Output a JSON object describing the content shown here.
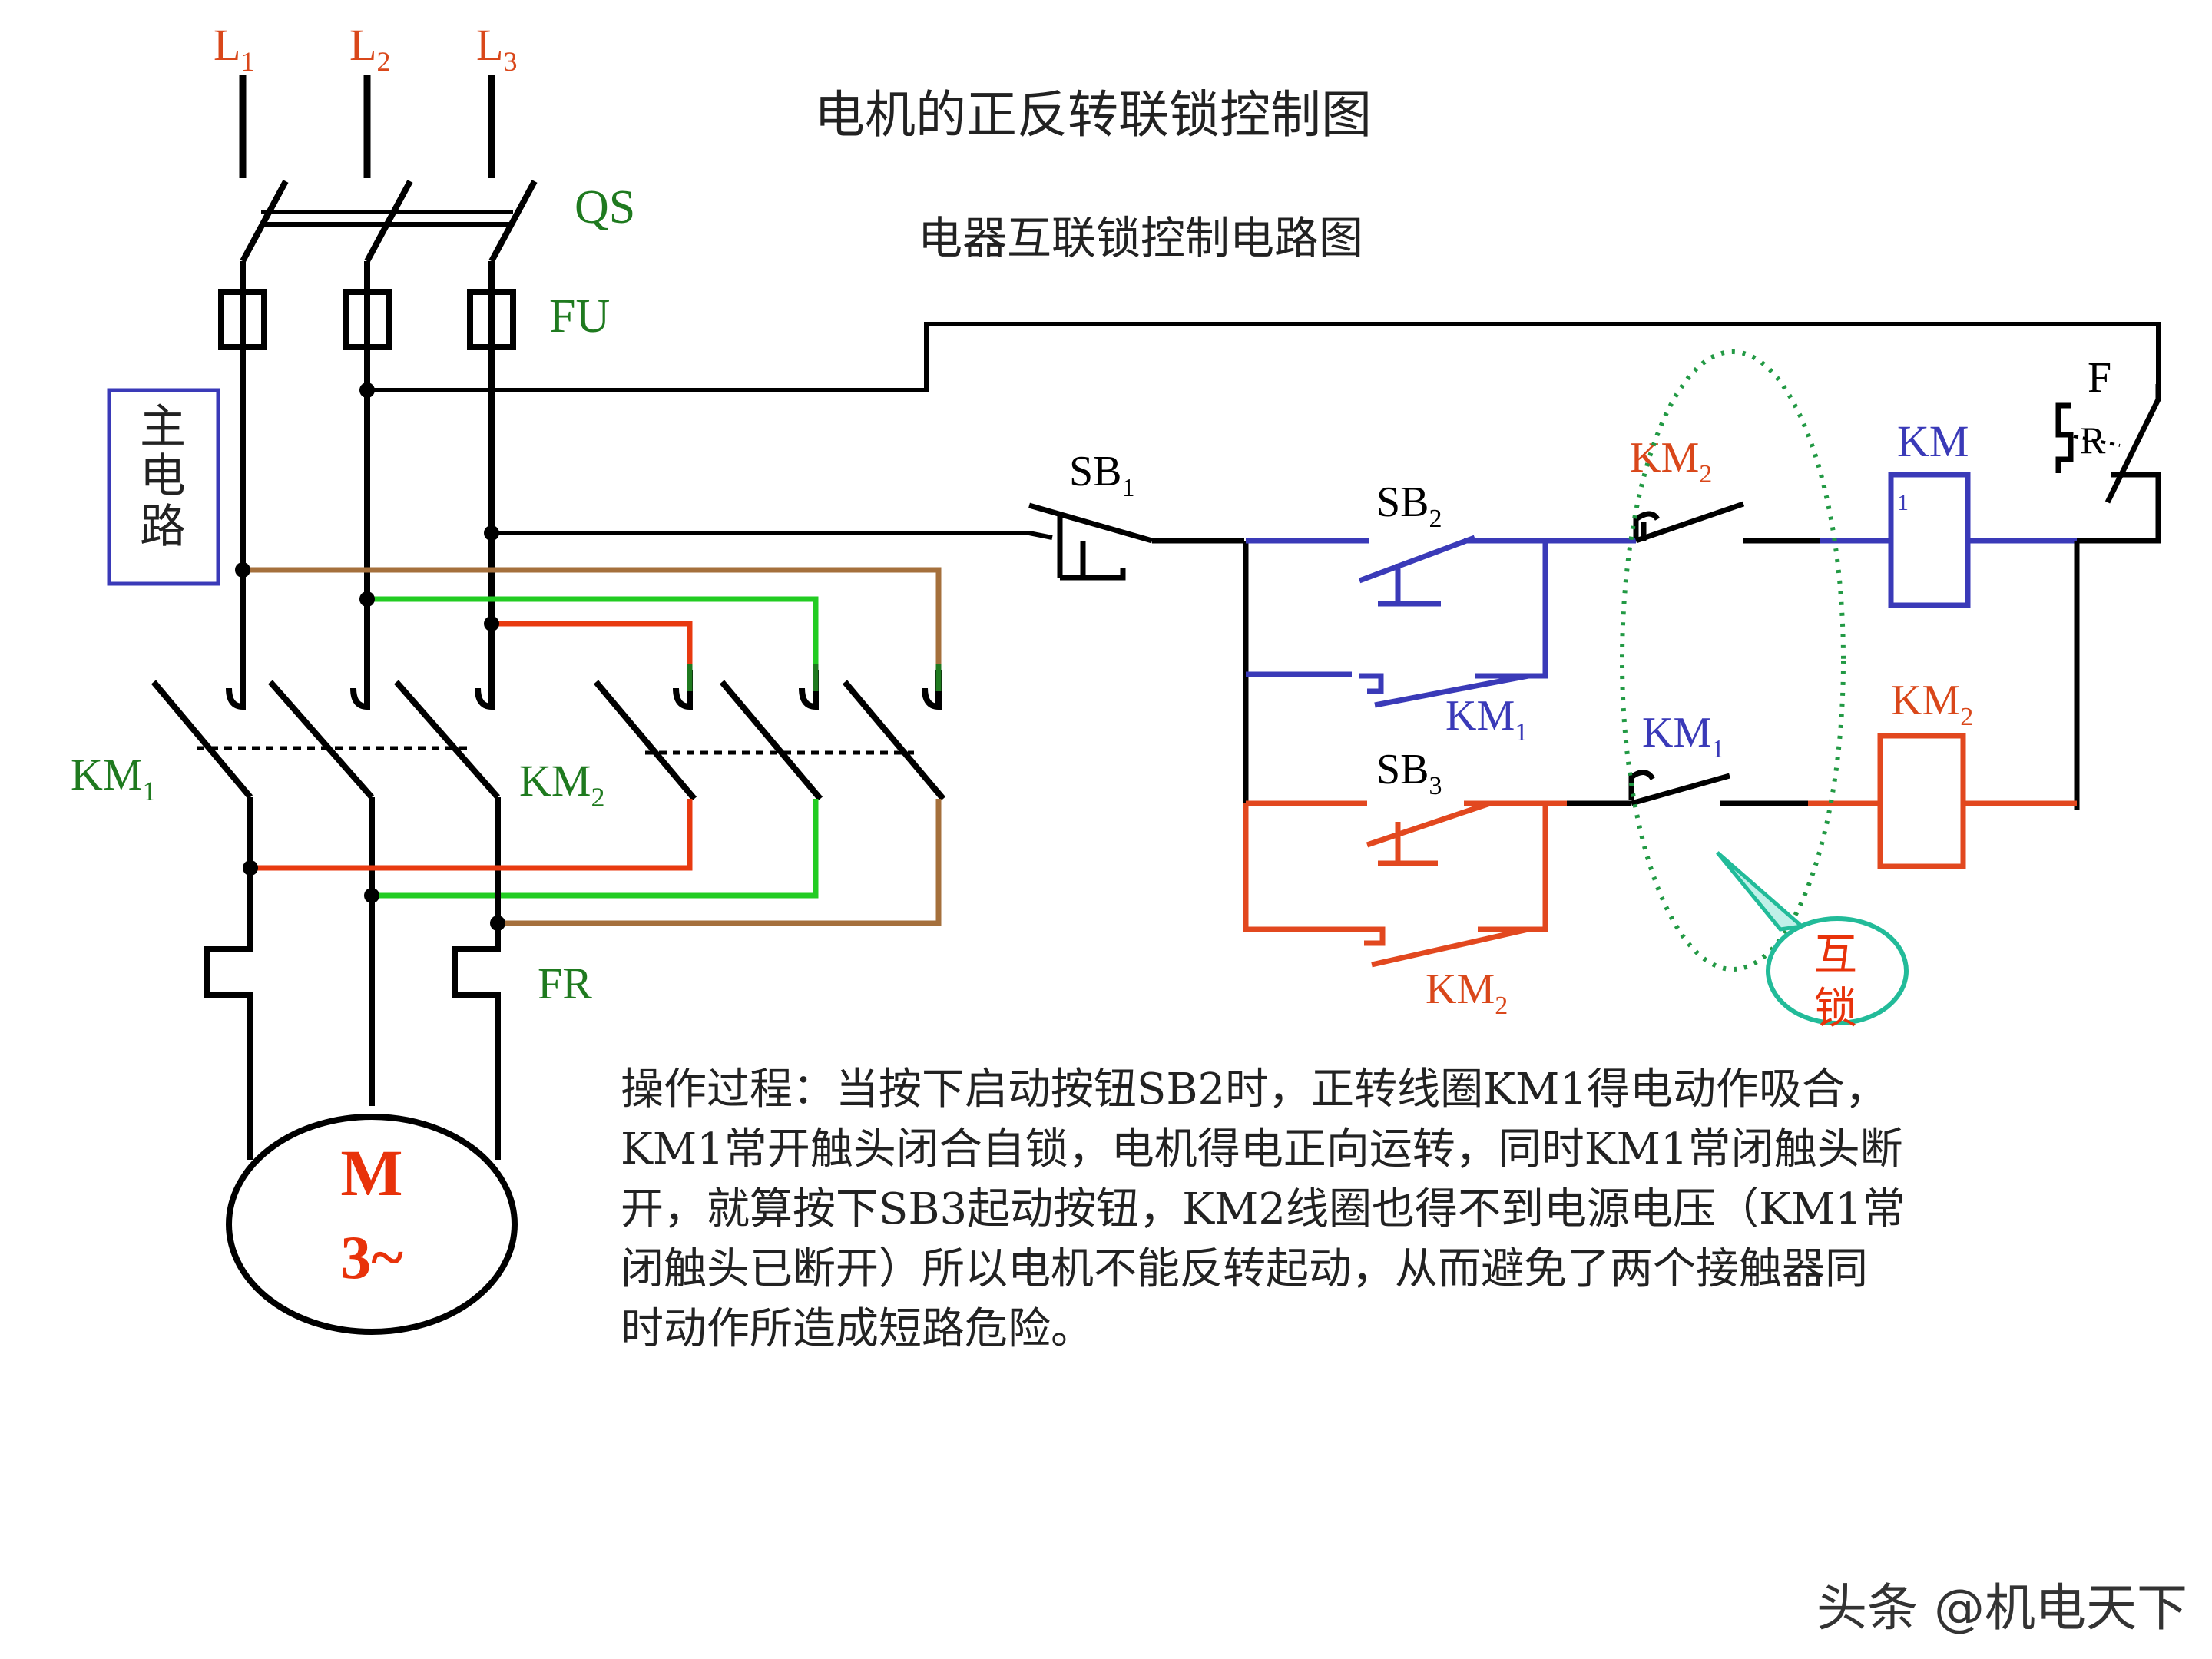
{
  "title": "电机的正反转联锁控制图",
  "subtitle": "电器互联锁控制电路图",
  "labels": {
    "L1": "L",
    "L1_sub": "1",
    "L2": "L",
    "L2_sub": "2",
    "L3": "L",
    "L3_sub": "3",
    "QS": "QS",
    "FU": "FU",
    "main_circuit": [
      "主",
      "电",
      "路"
    ],
    "KM1_main": "KM",
    "KM1_main_sub": "1",
    "KM2_main": "KM",
    "KM2_main_sub": "2",
    "FR": "FR",
    "motor_line1": "M",
    "motor_line2": "3~",
    "SB1": "SB",
    "SB1_sub": "1",
    "SB2": "SB",
    "SB2_sub": "2",
    "SB3": "SB",
    "SB3_sub": "3",
    "KM2_interlock_top": "KM",
    "KM2_interlock_top_sub": "2",
    "KM1_coil": "KM",
    "KM1_coil_digit": "1",
    "FR_ctrl_1": "F",
    "FR_ctrl_2": "R",
    "KM1_hold": "KM",
    "KM1_hold_sub": "1",
    "KM1_interlock": "KM",
    "KM1_interlock_sub": "1",
    "KM2_coil": "KM",
    "KM2_coil_sub": "2",
    "KM2_hold": "KM",
    "KM2_hold_sub": "2",
    "callout_1": "互",
    "callout_2": "锁"
  },
  "description_lines": [
    "操作过程：当按下启动按钮SB2时，正转线圈KM1得电动作吸合，",
    "KM1常开触头闭合自锁，电机得电正向运转，同时KM1常闭触头断",
    "开，就算按下SB3起动按钮，KM2线圈也得不到电源电压（KM1常",
    "闭触头已断开）所以电机不能反转起动，从而避免了两个接触器同",
    "时动作所造成短路危险。"
  ],
  "watermark": "头条 @机电天下",
  "colors": {
    "line": "#000000",
    "label_red": "#d9471a",
    "label_green": "#1f7a1f",
    "forward_blue": "#3a3ab8",
    "reverse_red": "#e2481f",
    "wire_green": "#22cc22",
    "wire_brown": "#a5703c",
    "wire_red": "#e83a10",
    "interlock_ring": "#229944",
    "callout": "#22bb99",
    "motor_text": "#e8320a"
  }
}
